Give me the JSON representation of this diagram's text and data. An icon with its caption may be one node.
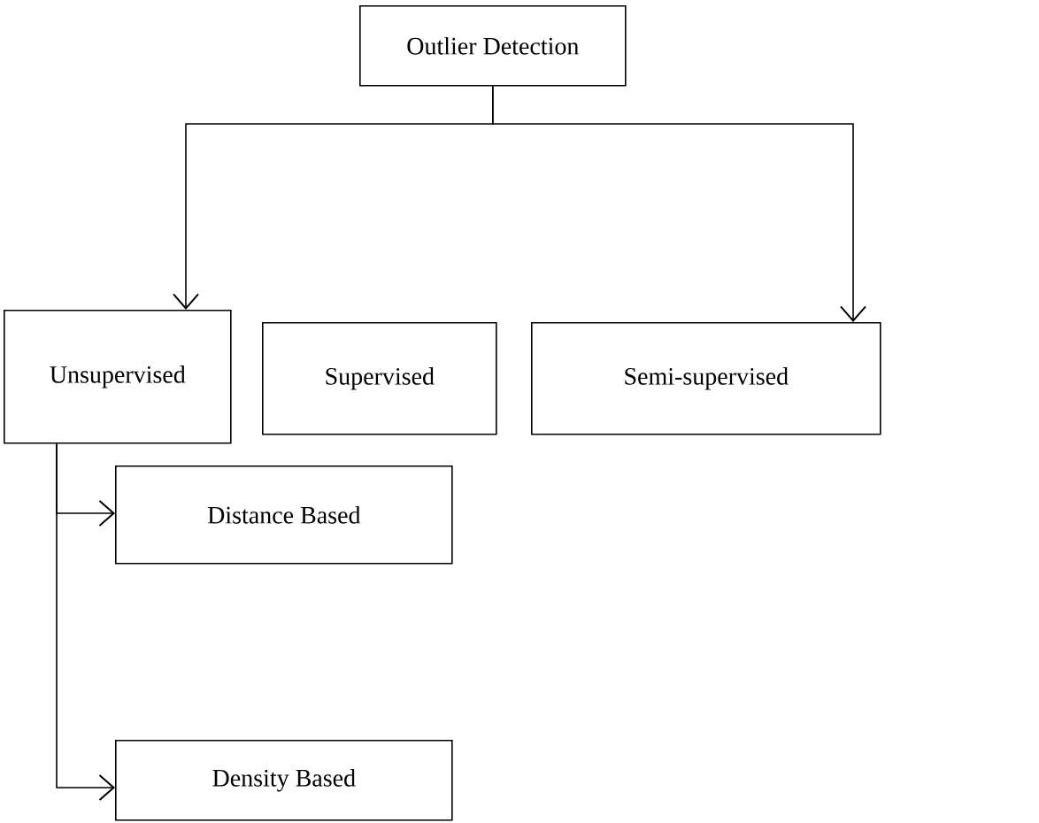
{
  "diagram": {
    "nodes": [
      {
        "text": [
          "Outlier Detection"
        ]
      },
      {
        "text": [
          "Unsupervised"
        ]
      },
      {
        "text": [
          "Supervised"
        ]
      },
      {
        "text": [
          "Semi-supervised"
        ]
      },
      {
        "text": [
          "Distance Based"
        ]
      },
      {
        "text": [
          "Density Based"
        ]
      }
    ],
    "edges": [
      {
        "from": 0,
        "to": 1,
        "arrow": "to"
      },
      {
        "from": 0,
        "to": 3,
        "arrow": "to"
      },
      {
        "from": 1,
        "to": 4,
        "arrow": "to"
      },
      {
        "from": 1,
        "to": 5,
        "arrow": "to"
      }
    ]
  }
}
